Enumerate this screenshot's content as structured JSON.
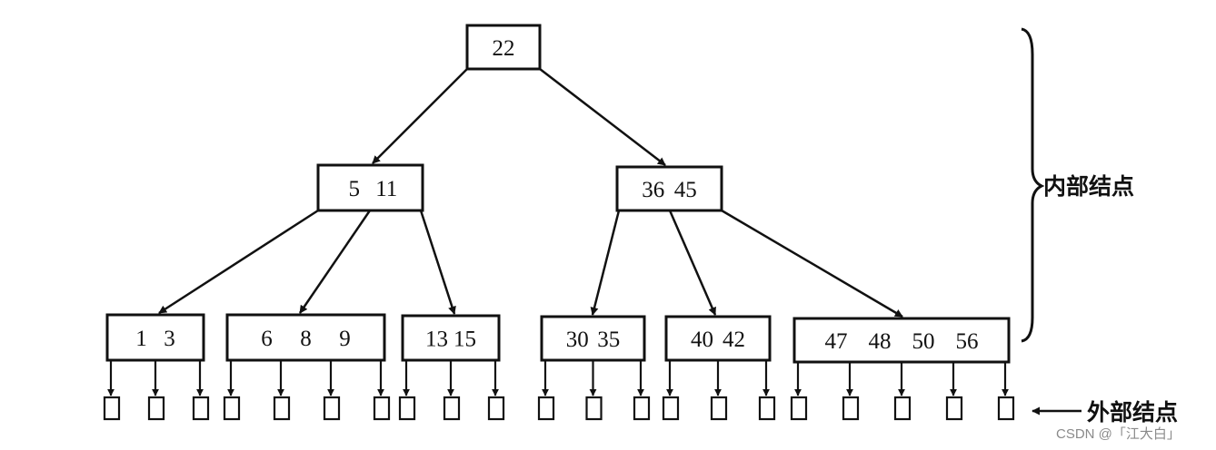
{
  "tree": {
    "root": {
      "keys": [
        "22"
      ]
    },
    "level1": [
      {
        "keys": [
          "5",
          "11"
        ]
      },
      {
        "keys": [
          "36",
          "45"
        ]
      }
    ],
    "level2": [
      {
        "keys": [
          "1",
          "3"
        ]
      },
      {
        "keys": [
          "6",
          "8",
          "9"
        ]
      },
      {
        "keys": [
          "13",
          "15"
        ]
      },
      {
        "keys": [
          "30",
          "35"
        ]
      },
      {
        "keys": [
          "40",
          "42"
        ]
      },
      {
        "keys": [
          "47",
          "48",
          "50",
          "56"
        ]
      }
    ]
  },
  "labels": {
    "internal_nodes": "内部结点",
    "external_nodes": "外部结点"
  },
  "watermark": "CSDN @「江大白」",
  "colors": {
    "ink": "#111111",
    "watermark": "#8a8a8a"
  }
}
